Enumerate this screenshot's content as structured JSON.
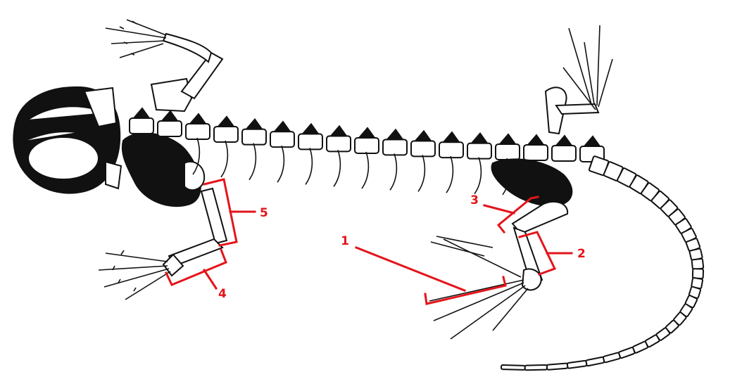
{
  "figure": {
    "subject": "skeleton",
    "label_color": "#e4141b",
    "ink_color": "#111111",
    "background": "#ffffff"
  },
  "callouts": [
    {
      "id": "1",
      "text": "1"
    },
    {
      "id": "2",
      "text": "2"
    },
    {
      "id": "3",
      "text": "3"
    },
    {
      "id": "4",
      "text": "4"
    },
    {
      "id": "5",
      "text": "5"
    }
  ]
}
